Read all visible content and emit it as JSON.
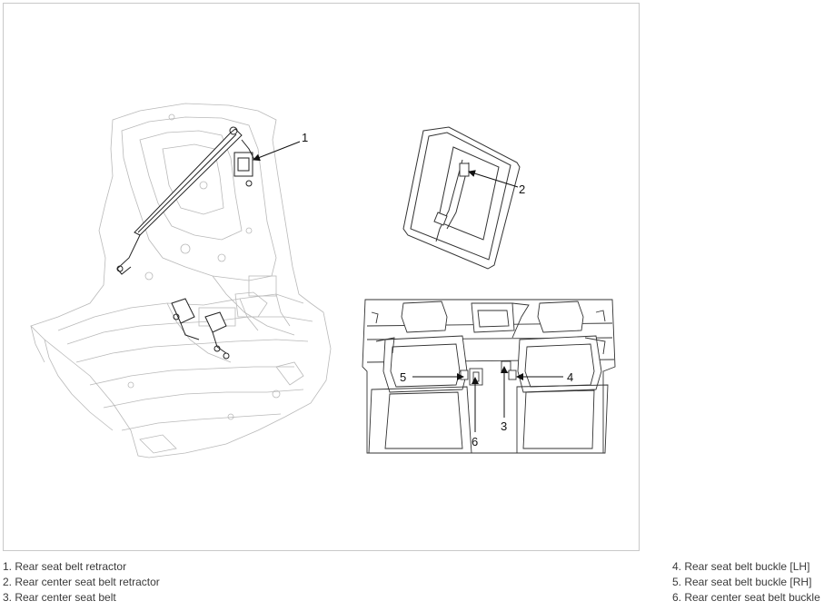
{
  "callouts": [
    "1",
    "2",
    "3",
    "4",
    "5",
    "6"
  ],
  "legend_left": [
    "1. Rear seat belt retractor",
    "2. Rear center seat belt retractor",
    "3. Rear center seat belt"
  ],
  "legend_right": [
    "4. Rear seat belt buckle [LH]",
    "5. Rear seat belt buckle [RH]",
    "6. Rear center seat belt buckle"
  ]
}
